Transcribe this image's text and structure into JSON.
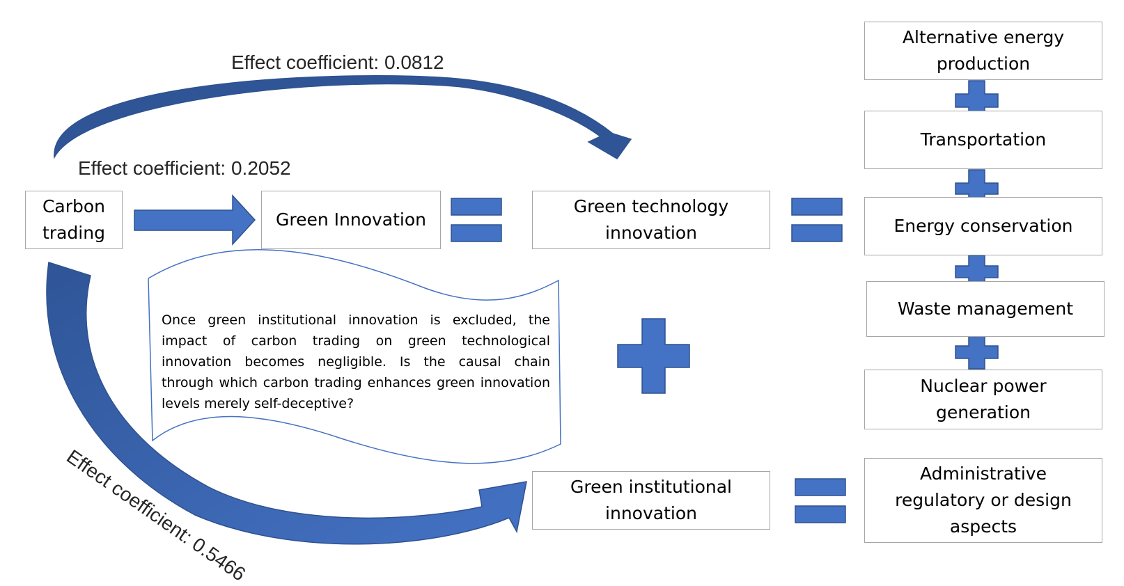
{
  "nodes": {
    "carbon_trading": "Carbon trading",
    "green_innovation": "Green Innovation",
    "green_technology_innovation": "Green technology innovation",
    "green_institutional_innovation": "Green institutional innovation",
    "alternative_energy": "Alternative energy production",
    "transportation": "Transportation",
    "energy_conservation": "Energy conservation",
    "waste_management": "Waste management",
    "nuclear_power": "Nuclear power generation",
    "administrative": "Administrative regulatory or design aspects"
  },
  "coefficients": {
    "top": "Effect coefficient: 0.0812",
    "middle": "Effect coefficient: 0.2052",
    "bottom": "Effect coefficient: 0.5466"
  },
  "note": "Once green institutional innovation is excluded, the impact of carbon trading on green technological innovation becomes negligible. Is the causal chain through which carbon trading enhances green innovation levels merely self-deceptive?",
  "colors": {
    "shape_fill": "#4472c4",
    "shape_stroke": "#2f528f",
    "curve_dark": "#2f5597",
    "box_border": "#a6a6a6"
  }
}
